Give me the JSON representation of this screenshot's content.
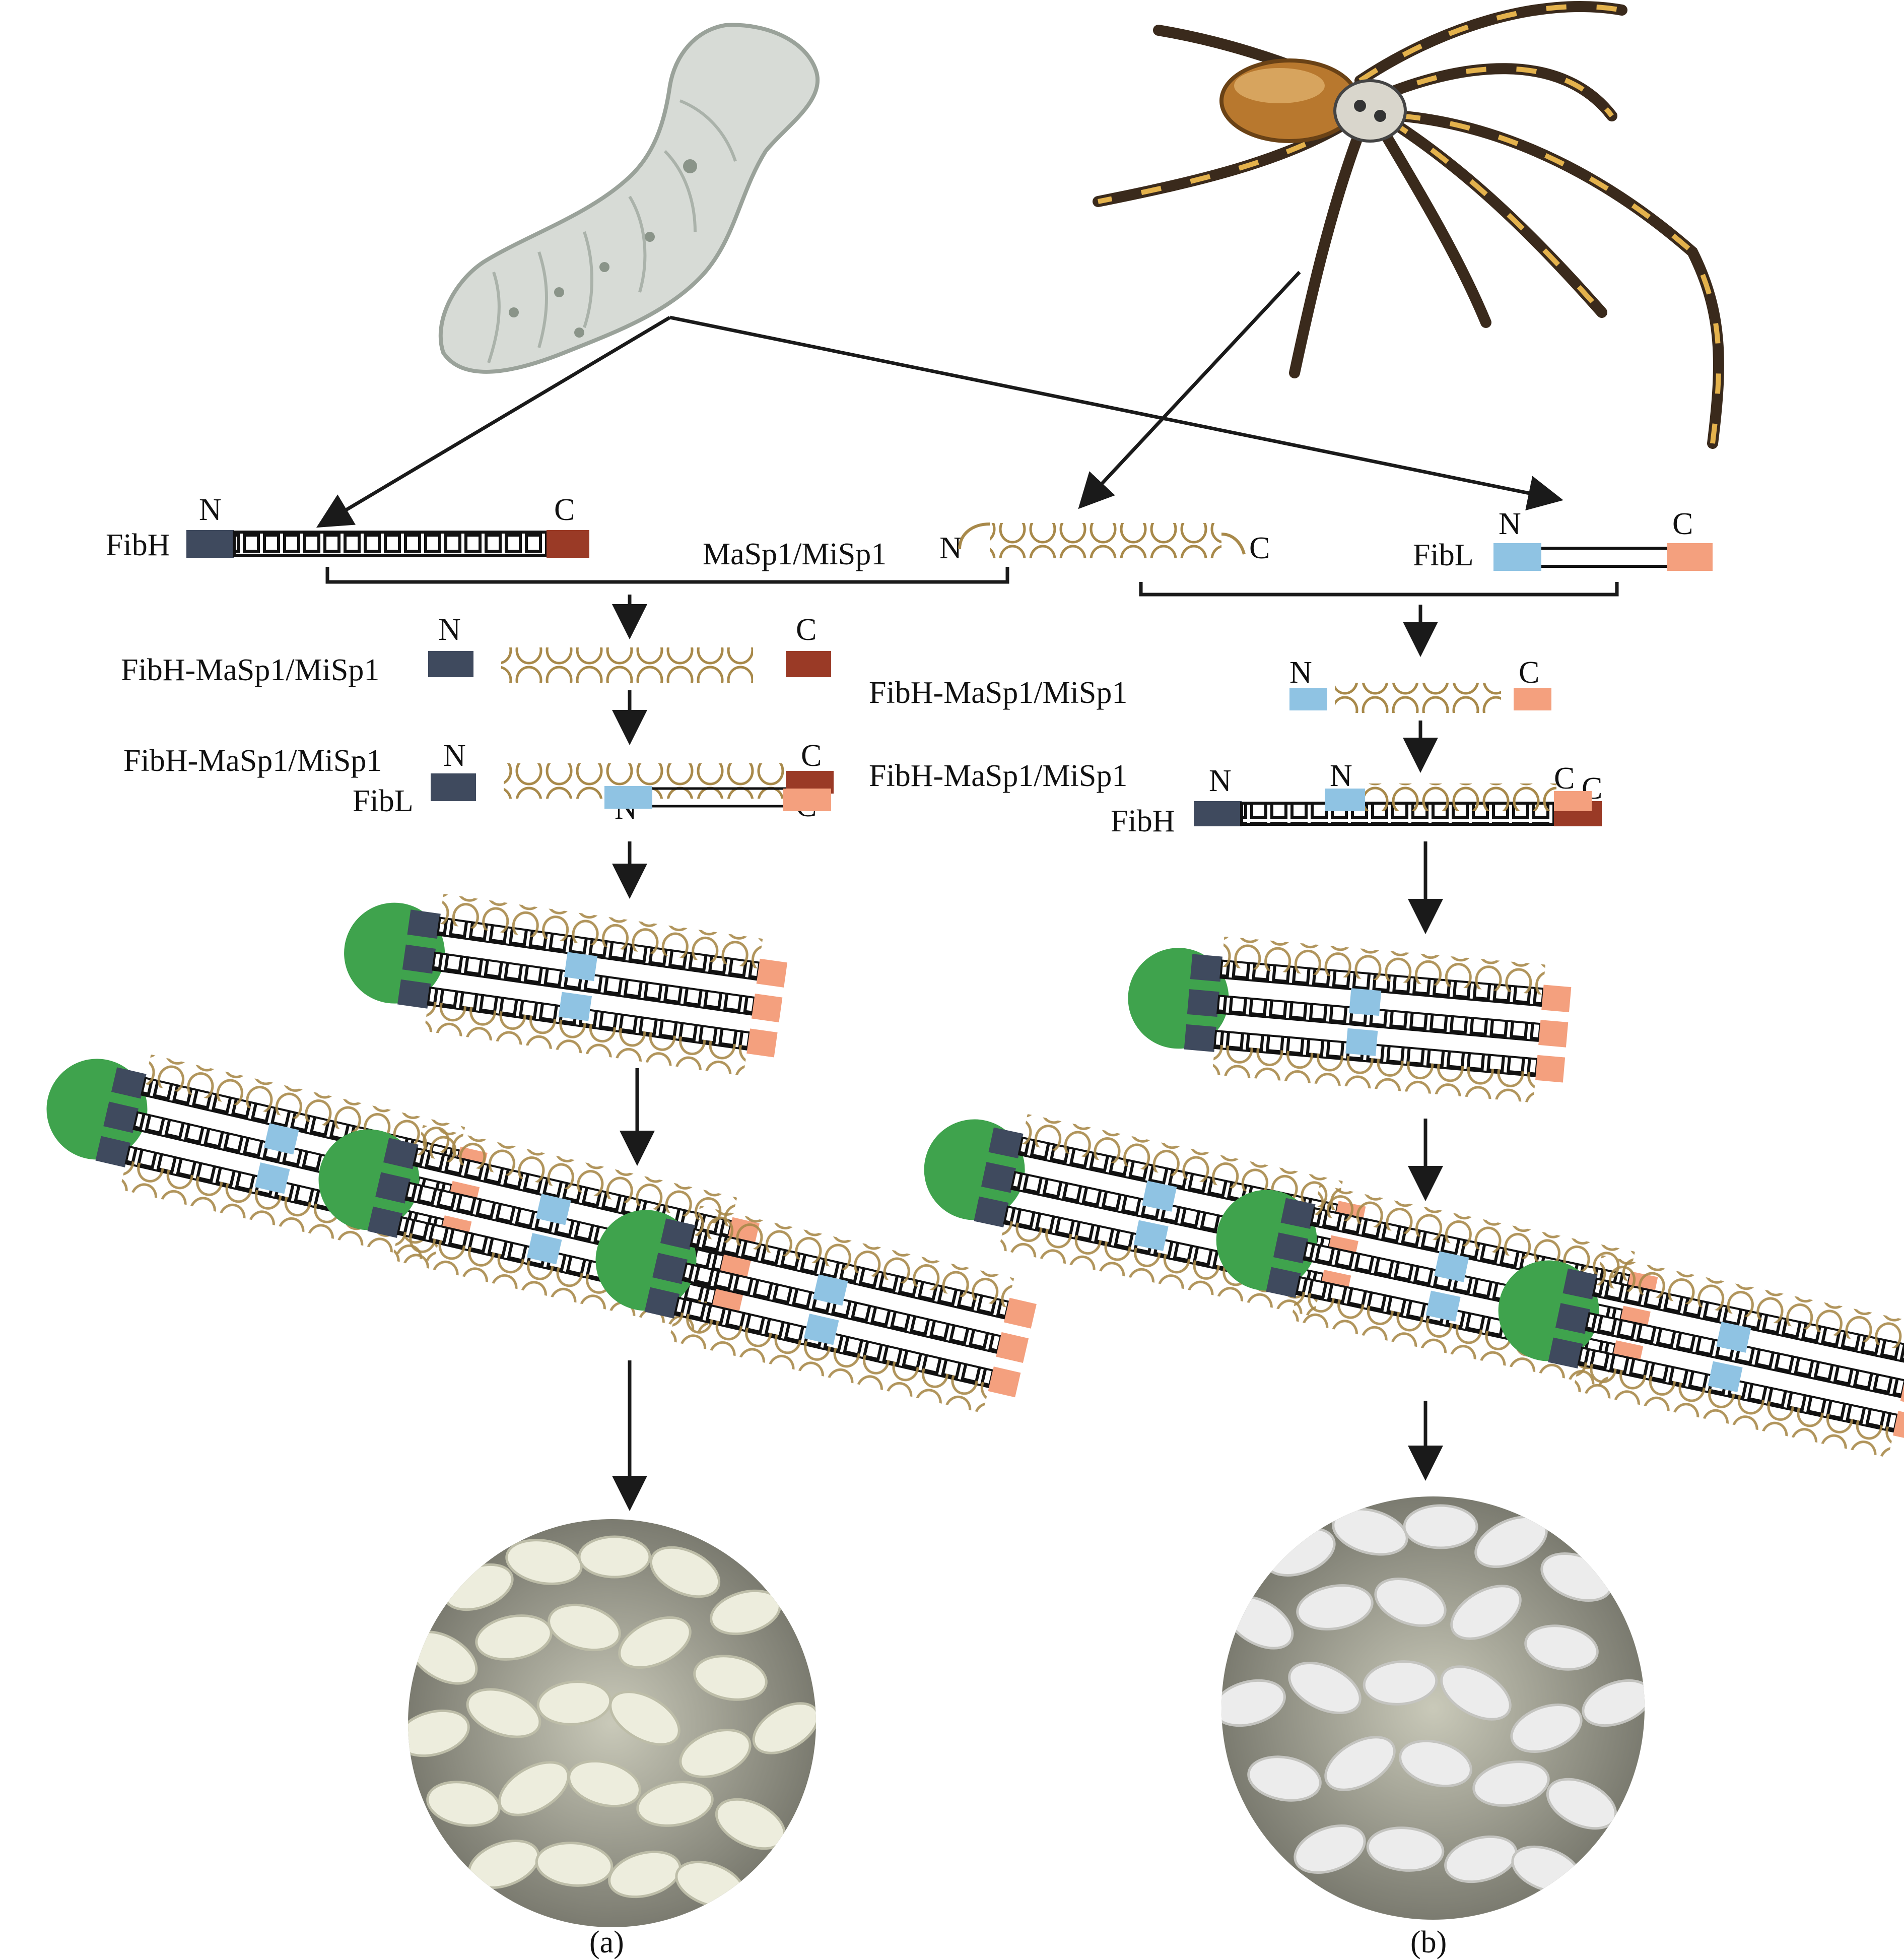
{
  "colors": {
    "fibh_n": "#3f4a5e",
    "fibh_c": "#9a3a26",
    "fibl_n": "#8fc3e3",
    "fibl_c": "#f4a07e",
    "spidroin_coil": "#a8894a",
    "green_core": "#3fa34d",
    "worm": "#d7dbd6",
    "spider_body": "#b8782e",
    "cocoon": "#ededdd",
    "arrow": "#1a1a1a"
  },
  "labels": {
    "fibh": "FibH",
    "fibl": "FibL",
    "spidroin": "MaSp1/MiSp1",
    "fusion_a": "FibH-MaSp1/MiSp1",
    "fusion_a_fibl": "FibH-MaSp1/MiSp1",
    "fibl_short": "FibL",
    "fusion_b": "FibH-MaSp1/MiSp1",
    "fusion_b_fibh": "FibH-MaSp1/MiSp1",
    "fibh_short": "FibH"
  },
  "terminals": {
    "n": "N",
    "c": "C"
  },
  "panels": {
    "a": "(a)",
    "b": "(b)"
  },
  "icons": [
    "silkworm-icon",
    "spider-icon",
    "cocoon-photo-a",
    "cocoon-photo-b"
  ]
}
